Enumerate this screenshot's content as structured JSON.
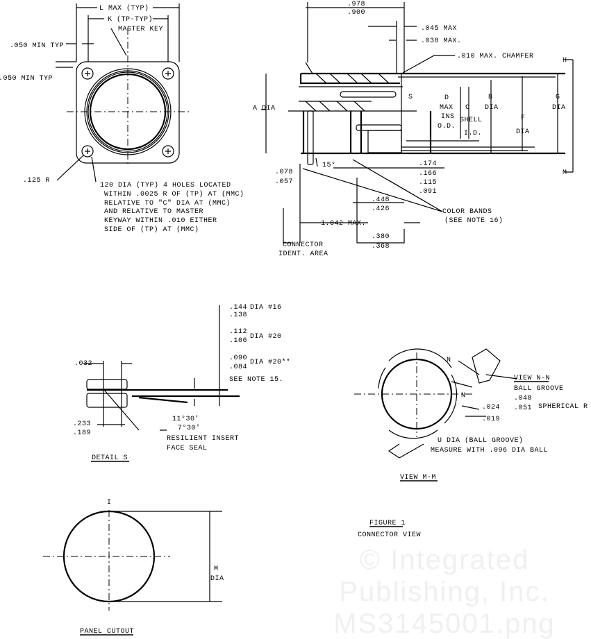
{
  "watermark": {
    "line1": "© Integrated",
    "line2": "Publishing, Inc.",
    "line3": "MS3145001.png"
  },
  "front_view": {
    "l_max": "L MAX (TYP)",
    "k_tp": "K (TP-TYP)",
    "master_key": "MASTER KEY",
    "min_typ_h": ".050 MIN TYP",
    "min_typ_v": ".050 MIN TYP",
    "radius": ".125 R",
    "note": [
      "120 DIA (TYP) 4 HOLES LOCATED",
      "WITHIN .0025 R OF (TP) AT (MMC)",
      "RELATIVE TO \"C\" DIA AT (MMC)",
      "AND RELATIVE TO MASTER",
      "KEYWAY WITHIN .010 EITHER",
      "SIDE OF (TP) AT (MMC)"
    ]
  },
  "side_view": {
    "dim_978": ".978",
    "dim_900": ".900",
    "dim_045": ".045 MAX",
    "dim_038": ".038 MAX.",
    "chamfer": ".010 MAX. CHAMFER",
    "h": "H",
    "m": "M",
    "a_dia": "A DIA",
    "d_label": [
      "D",
      "MAX",
      "INS",
      "O.D."
    ],
    "c_label": [
      "C",
      "SHELL",
      "I.D."
    ],
    "b_label": [
      "B",
      "DIA"
    ],
    "f_label": [
      "F",
      "DIA"
    ],
    "g_label": [
      "G",
      "DIA"
    ],
    "s": "S",
    "angle": "15°",
    "dim_078": ".078",
    "dim_057": ".057",
    "dim_174": ".174",
    "dim_166": ".166",
    "dim_115": ".115",
    "dim_091": ".091",
    "dim_448": ".448",
    "dim_426": ".426",
    "dim_1042": "1.042 MAX.",
    "color_bands": "COLOR BANDS",
    "see_note_16": "(SEE NOTE 16)",
    "dim_380": ".380",
    "dim_368": ".368",
    "connector": "CONNECTOR",
    "ident_area": "IDENT. AREA"
  },
  "detail_s": {
    "d144": ".144",
    "d138": ".138",
    "dia16": "DIA #16",
    "d112": ".112",
    "d106": ".106",
    "dia20": "DIA #20",
    "d090": ".090",
    "d084": ".084",
    "dia20b": "DIA #20**",
    "see_note_15": "SEE NOTE 15.",
    "d032": ".032",
    "d233": ".233",
    "d189": ".189",
    "a1130": "11°30'",
    "a730": "7°30'",
    "resilient": "RESILIENT  INSERT",
    "face_seal": "FACE SEAL",
    "title": "DETAIL S"
  },
  "view_mm": {
    "n1": "N",
    "n2": "N",
    "view_nn": "VIEW N-N",
    "ball_groove": "BALL GROOVE",
    "d048": ".048",
    "d051": ".051",
    "spherical": "SPHERICAL R",
    "d024": ".024",
    "d019": ".019",
    "u_dia": "U DIA (BALL GROOVE)",
    "measure": "MEASURE WITH .096 DIA BALL",
    "title": "VIEW M-M"
  },
  "figure": {
    "title": "FIGURE 1",
    "subtitle": "CONNECTOR VIEW"
  },
  "panel": {
    "i": "I",
    "m": "M",
    "dia": "DIA",
    "title": "PANEL CUTOUT"
  }
}
